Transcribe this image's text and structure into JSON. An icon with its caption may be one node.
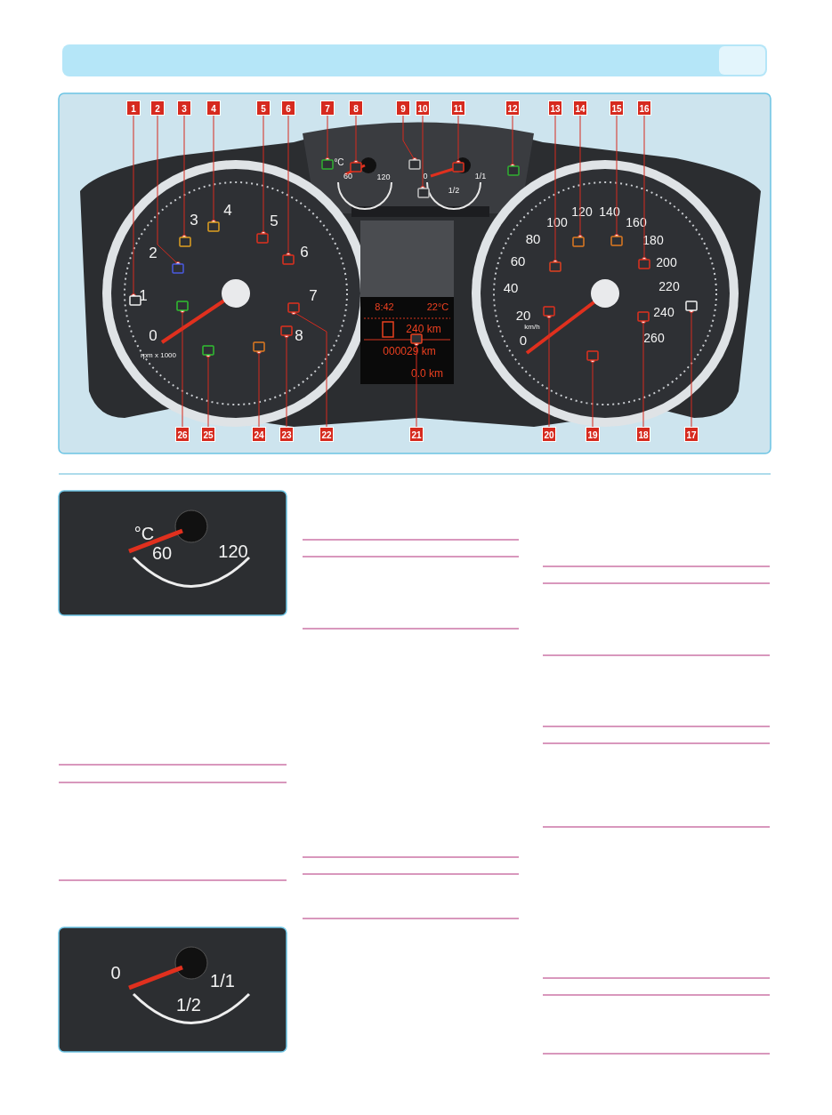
{
  "diagram": {
    "nodes": [
      {
        "text": [
          "1"
        ]
      },
      {
        "text": [
          "2"
        ]
      },
      {
        "text": [
          "3"
        ]
      },
      {
        "text": [
          "4"
        ]
      },
      {
        "text": [
          "5"
        ]
      },
      {
        "text": [
          "6"
        ]
      },
      {
        "text": [
          "7"
        ]
      },
      {
        "text": [
          "8"
        ]
      },
      {
        "text": [
          "9"
        ]
      },
      {
        "text": [
          "10"
        ]
      },
      {
        "text": [
          "11"
        ]
      },
      {
        "text": [
          "12"
        ]
      },
      {
        "text": [
          "13"
        ]
      },
      {
        "text": [
          "14"
        ]
      },
      {
        "text": [
          "15"
        ]
      },
      {
        "text": [
          "16"
        ]
      },
      {
        "text": [
          "17"
        ]
      },
      {
        "text": [
          "18"
        ]
      },
      {
        "text": [
          "19"
        ]
      },
      {
        "text": [
          "20"
        ]
      },
      {
        "text": [
          "21"
        ]
      },
      {
        "text": [
          "22"
        ]
      },
      {
        "text": [
          "23"
        ]
      },
      {
        "text": [
          "24"
        ]
      },
      {
        "text": [
          "25"
        ]
      },
      {
        "text": [
          "26"
        ]
      },
      {
        "text": [],
        "shape": "box"
      },
      {
        "text": [],
        "shape": "box"
      },
      {
        "text": [],
        "shape": "box"
      },
      {
        "text": [],
        "shape": "box"
      },
      {
        "text": [],
        "shape": "box"
      },
      {
        "text": [],
        "shape": "box"
      },
      {
        "text": [],
        "shape": "box"
      },
      {
        "text": [],
        "shape": "box"
      },
      {
        "text": [],
        "shape": "box"
      },
      {
        "text": [],
        "shape": "box"
      },
      {
        "text": [],
        "shape": "box"
      },
      {
        "text": [],
        "shape": "box"
      },
      {
        "text": [],
        "shape": "box"
      },
      {
        "text": [],
        "shape": "box"
      },
      {
        "text": [],
        "shape": "box"
      },
      {
        "text": [],
        "shape": "box"
      },
      {
        "text": [],
        "shape": "box"
      },
      {
        "text": [],
        "shape": "box"
      },
      {
        "text": [],
        "shape": "box"
      },
      {
        "text": [],
        "shape": "box"
      },
      {
        "text": [],
        "shape": "box"
      },
      {
        "text": [],
        "shape": "box"
      },
      {
        "text": [],
        "shape": "box"
      },
      {
        "text": [],
        "shape": "box"
      },
      {
        "text": [],
        "shape": "box"
      },
      {
        "text": [],
        "shape": "box"
      }
    ],
    "edges": [
      {
        "from": 0,
        "to": 26,
        "arrow": "other"
      },
      {
        "from": 1,
        "to": 27,
        "arrow": "other"
      },
      {
        "from": 2,
        "to": 28,
        "arrow": "other"
      },
      {
        "from": 3,
        "to": 29,
        "arrow": "other"
      },
      {
        "from": 4,
        "to": 30,
        "arrow": "other"
      },
      {
        "from": 5,
        "to": 31,
        "arrow": "other"
      },
      {
        "from": 6,
        "to": 32,
        "arrow": "other"
      },
      {
        "from": 7,
        "to": 33,
        "arrow": "other"
      },
      {
        "from": 8,
        "to": 34,
        "arrow": "other"
      },
      {
        "from": 9,
        "to": 35,
        "arrow": "other"
      },
      {
        "from": 10,
        "to": 36,
        "arrow": "other"
      },
      {
        "from": 11,
        "to": 37,
        "arrow": "other"
      },
      {
        "from": 12,
        "to": 38,
        "arrow": "other"
      },
      {
        "from": 13,
        "to": 39,
        "arrow": "other"
      },
      {
        "from": 14,
        "to": 40,
        "arrow": "other"
      },
      {
        "from": 15,
        "to": 41,
        "arrow": "other"
      },
      {
        "from": 16,
        "to": 42,
        "arrow": "other"
      },
      {
        "from": 17,
        "to": 43,
        "arrow": "other"
      },
      {
        "from": 18,
        "to": 44,
        "arrow": "other"
      },
      {
        "from": 19,
        "to": 45,
        "arrow": "other"
      },
      {
        "from": 20,
        "to": 46,
        "arrow": "other"
      },
      {
        "from": 21,
        "to": 47,
        "arrow": "other"
      },
      {
        "from": 22,
        "to": 48,
        "arrow": "other"
      },
      {
        "from": 23,
        "to": 49,
        "arrow": "other"
      },
      {
        "from": 24,
        "to": 50,
        "arrow": "other"
      },
      {
        "from": 25,
        "to": 51,
        "arrow": "other"
      }
    ],
    "labels": [
      "0",
      "1",
      "2",
      "3",
      "4",
      "5",
      "6",
      "7",
      "8",
      "rpm x 1000",
      "°C",
      "60",
      "120",
      "0",
      "1/2",
      "1/1",
      "8:42",
      "22°C",
      "240 km",
      "000029 km",
      "0.0 km",
      "0",
      "20",
      "40",
      "60",
      "80",
      "100",
      "120",
      "140",
      "160",
      "180",
      "200",
      "220",
      "240",
      "260",
      "km/h",
      "°C",
      "60",
      "120",
      "0",
      "1/2",
      "1/1"
    ]
  }
}
